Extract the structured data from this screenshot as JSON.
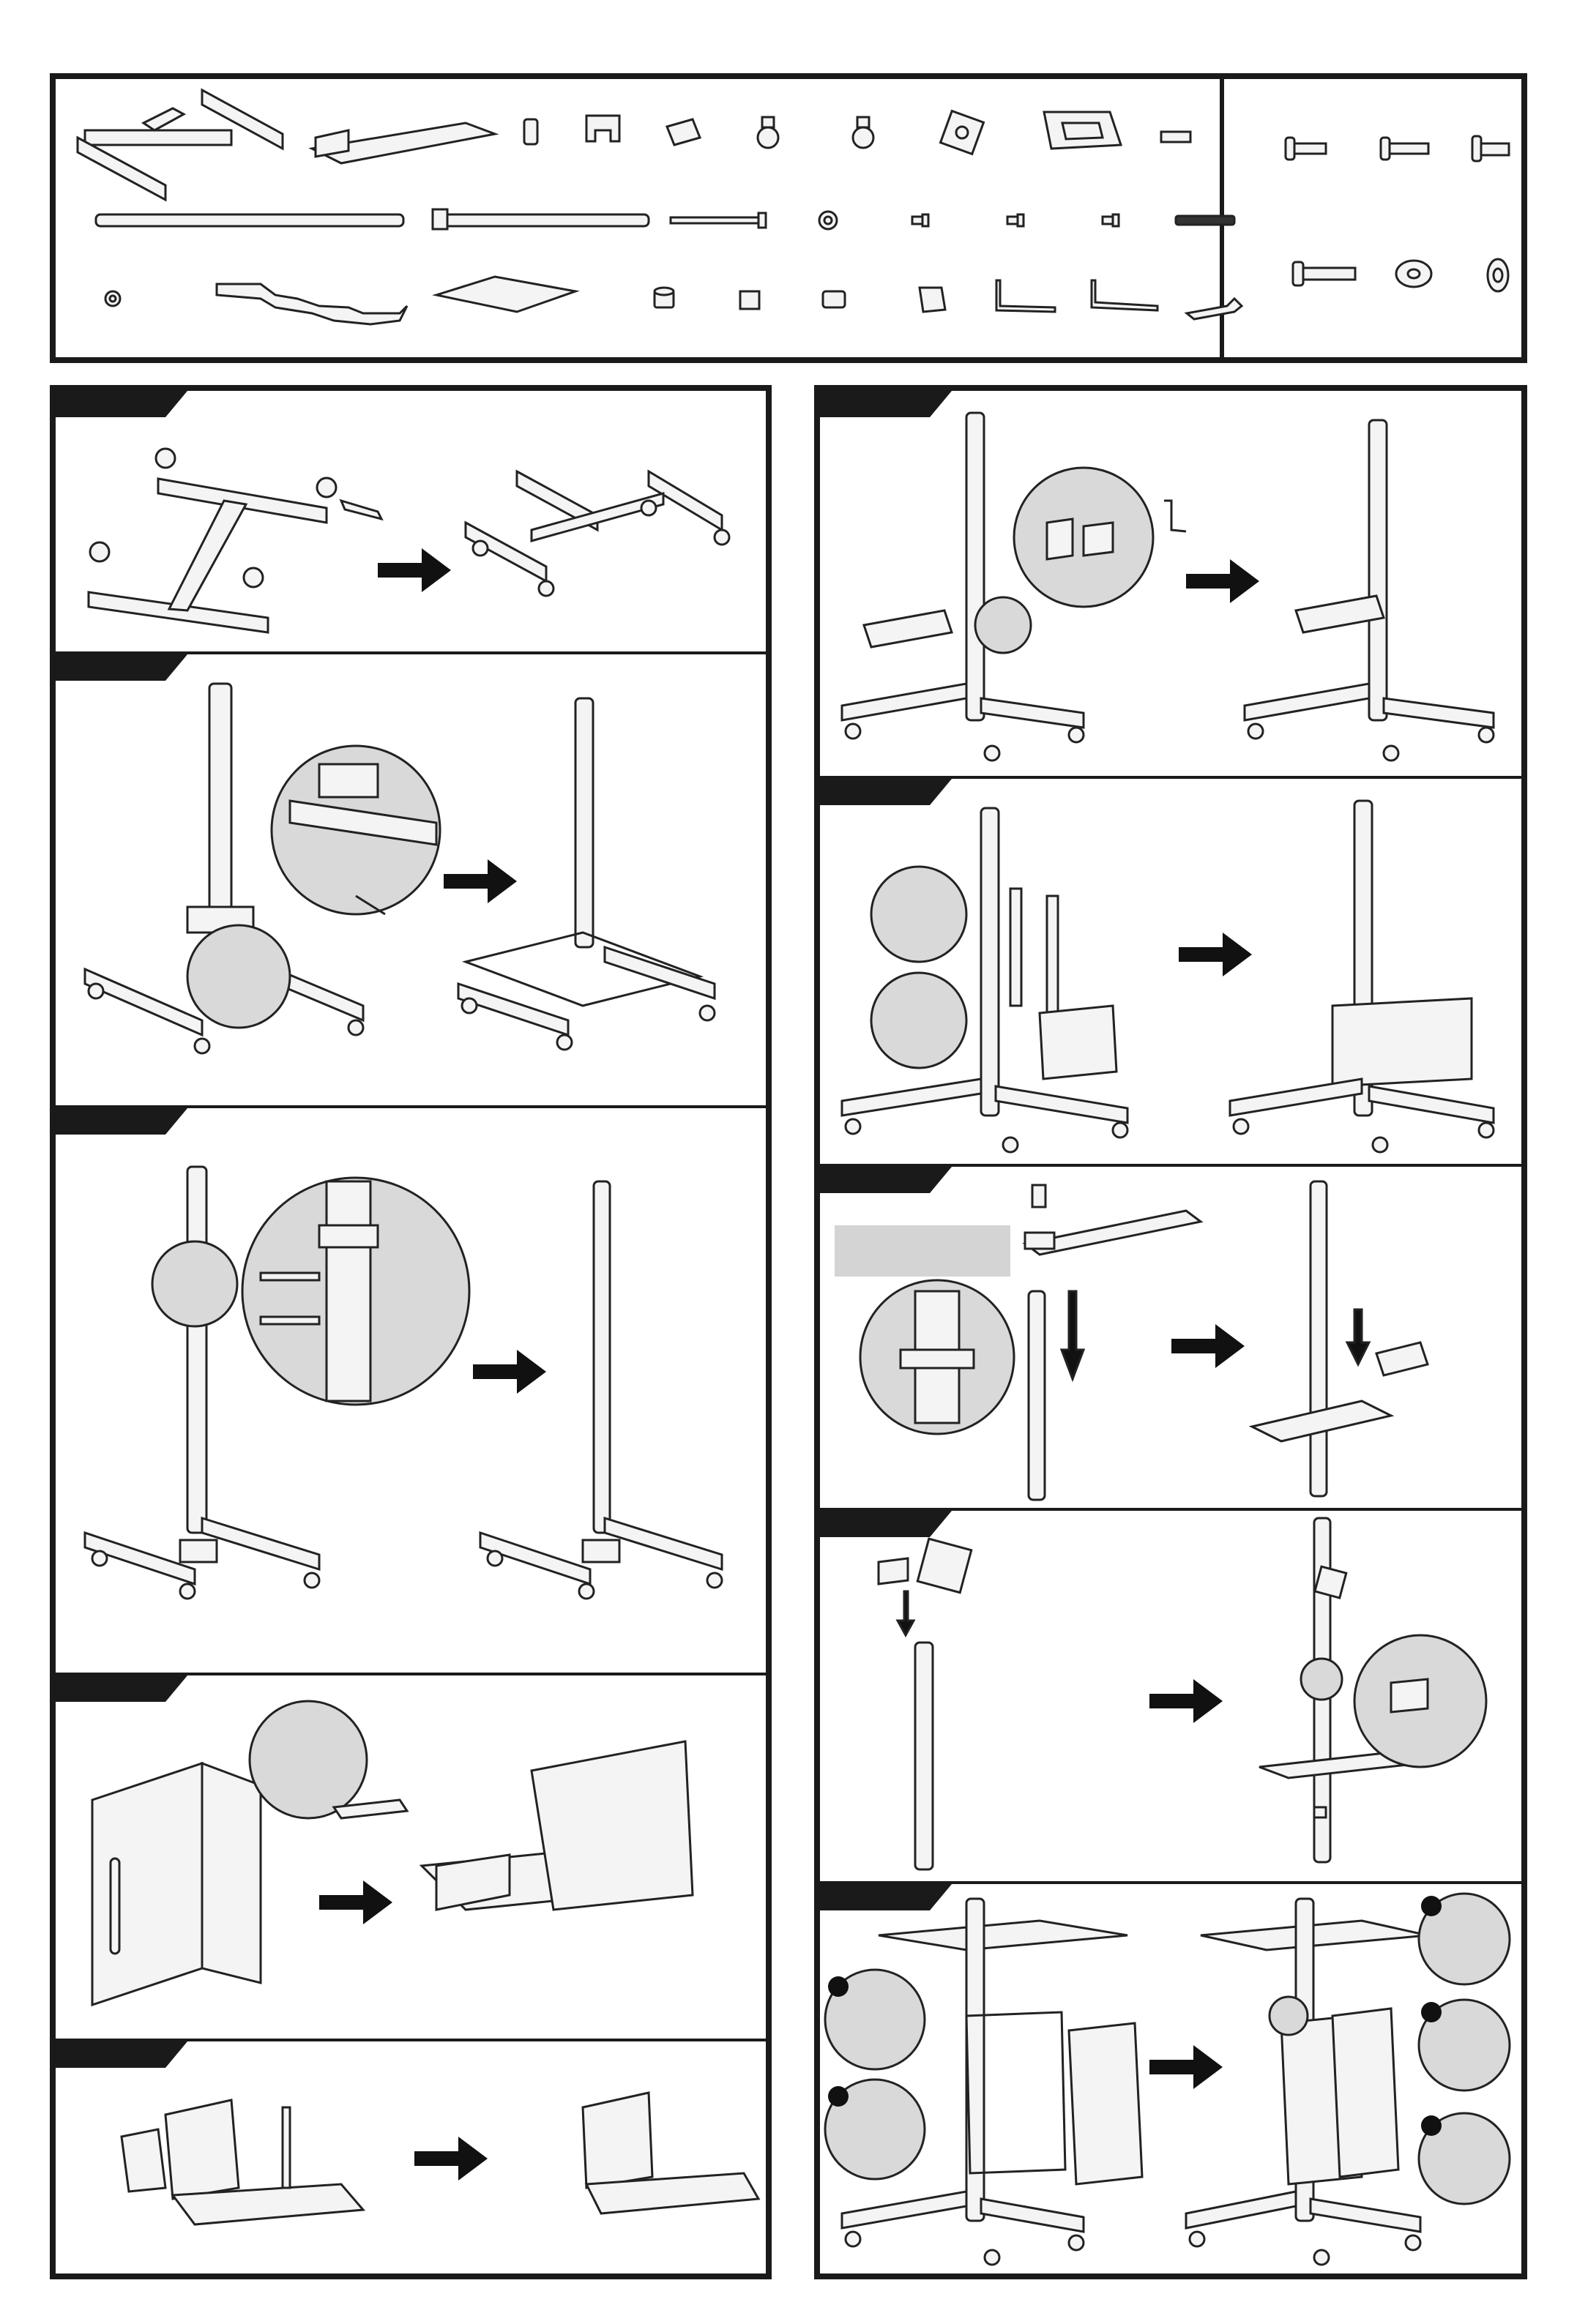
{
  "document": {
    "type": "assembly-instructions",
    "parts_panel": {
      "hardware_box": true
    },
    "left_steps": 6,
    "right_steps": 6,
    "callout_letters": [
      "",
      "",
      "",
      ""
    ]
  },
  "colors": {
    "frame": "#1a1a1a",
    "line": "#222222",
    "fill_light": "#f2f2f2",
    "fill_circle": "#d9d9d9",
    "arrow": "#111111",
    "caption_box": "#d4d4d4"
  }
}
